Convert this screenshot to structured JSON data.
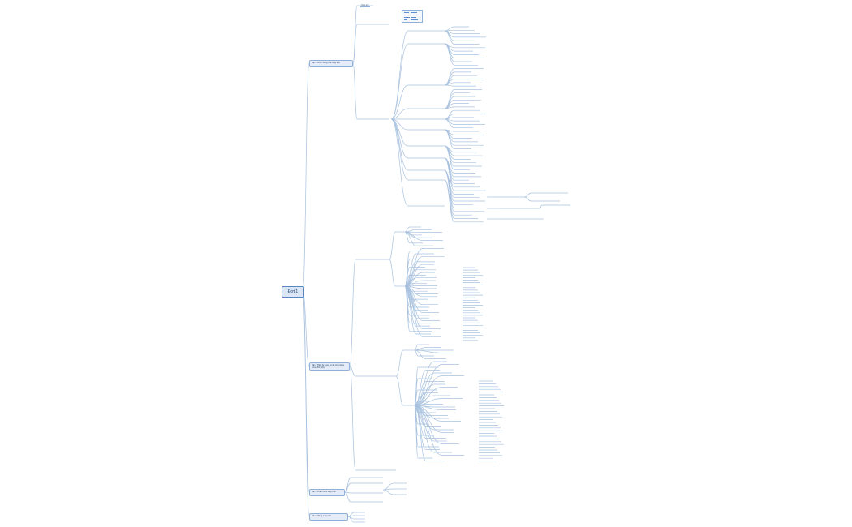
{
  "root": {
    "label": "Đợt 1"
  },
  "branches": [
    {
      "label": "Bài 1 Chức năng của máy tính"
    },
    {
      "label": "Bài 2 Thiết bị ngoại vi và ứng dụng trong đời sống"
    },
    {
      "label": "Bài 3 Phần mềm máy tính"
    },
    {
      "label": "Bài 4 Mạng máy tính"
    }
  ],
  "image_node": {
    "label": "Hình ảnh"
  }
}
